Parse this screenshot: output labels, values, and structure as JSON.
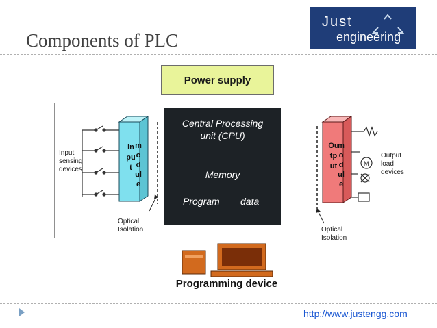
{
  "slide": {
    "title": "Components of PLC",
    "url": "http://www.justengg.com"
  },
  "logo": {
    "line1": "Just",
    "line2": "engineering"
  },
  "diagram": {
    "power_supply": "Power supply",
    "cpu": {
      "line1": "Central Processing",
      "line2": "unit (CPU)",
      "memory": "Memory",
      "program": "Program",
      "data": "data"
    },
    "input": {
      "labels": [
        "Input",
        "sensing",
        "devices"
      ],
      "module_word1": "Input",
      "module_word2": "module",
      "isolation": [
        "Optical",
        "Isolation"
      ]
    },
    "output": {
      "labels": [
        "Output",
        "load",
        "devices"
      ],
      "module_word1": "Output",
      "module_word2": "module",
      "isolation": [
        "Optical",
        "Isolation"
      ],
      "motor_symbol": "M"
    },
    "programming_device": "Programming device"
  },
  "colors": {
    "title": "#404040",
    "logo_bg": "#1f3d78",
    "power_supply_bg": "#e9f49a",
    "cpu_bg": "#1d2226",
    "input_module": "#7fe0ee",
    "output_module": "#f07a7a",
    "computer": "#d26a1e",
    "link": "#1a57d2",
    "bullet": "#7aa0c4"
  },
  "icons": [
    "logo-triangle-icon",
    "switch-icon",
    "coil-icon",
    "motor-icon",
    "lamp-icon",
    "bullet-icon"
  ]
}
